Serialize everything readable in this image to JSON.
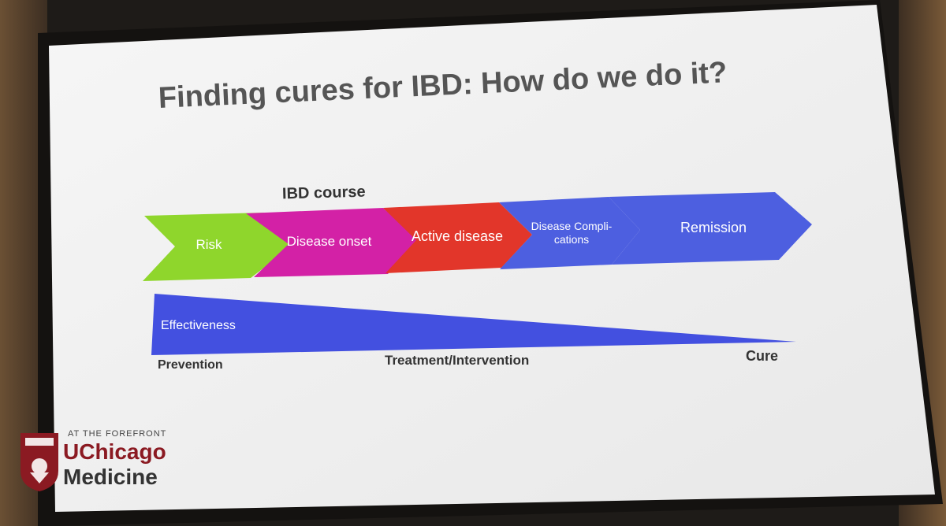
{
  "slide": {
    "title": "Finding cures for IBD: How do we do it?",
    "course_label": "IBD course",
    "steps": [
      {
        "label": "Risk",
        "color": "#8fd62c"
      },
      {
        "label": "Disease onset",
        "color": "#d321a6"
      },
      {
        "label": "Active disease",
        "color": "#e2362a"
      },
      {
        "label": "Disease Compli- cations",
        "color": "#4d5fe0"
      },
      {
        "label": "Remission",
        "color": "#4d5fe0"
      }
    ],
    "effectiveness_bar": {
      "label": "Effectiveness",
      "color": "#4350e0"
    },
    "axis_labels": {
      "start": "Prevention",
      "middle": "Treatment/Intervention",
      "end": "Cure"
    }
  },
  "logo": {
    "tagline": "AT THE FOREFRONT",
    "name_line1": "UChicago",
    "name_line2": "Medicine",
    "brand_color": "#8b1a22"
  }
}
